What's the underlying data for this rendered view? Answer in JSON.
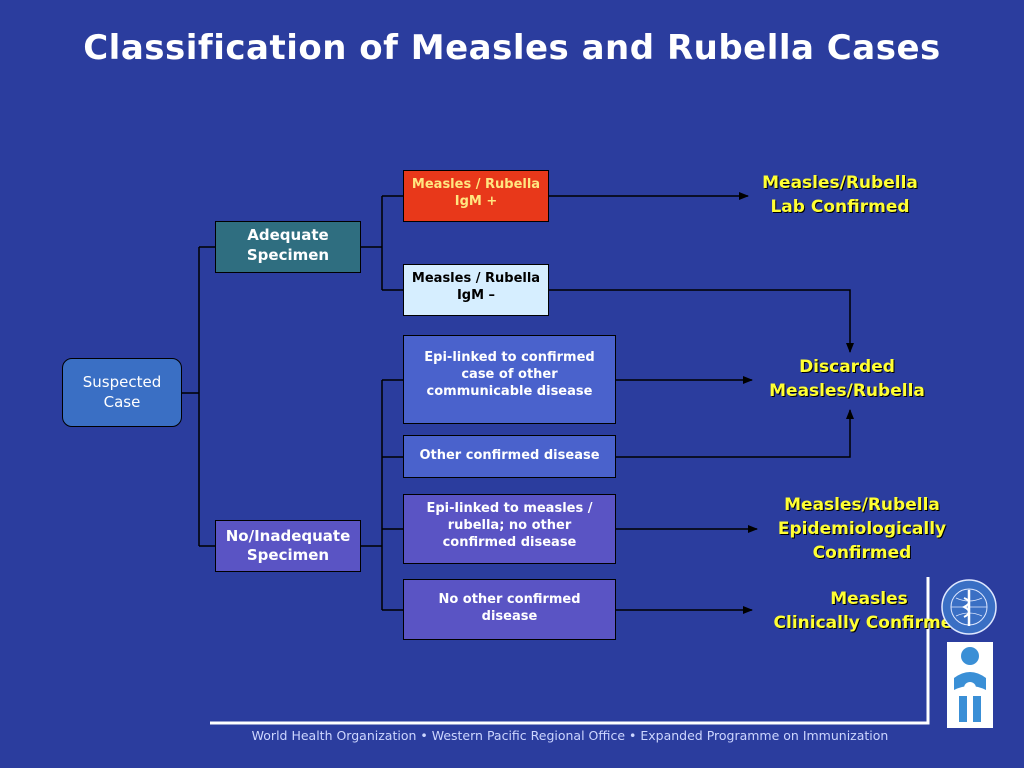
{
  "title": "Classification of Measles and Rubella Cases",
  "nodes": {
    "suspected": [
      "Suspected",
      "Case"
    ],
    "adequate": [
      "Adequate",
      "Specimen"
    ],
    "inadequate": [
      "No/Inadequate",
      "Specimen"
    ],
    "igm_positive": [
      "Measles / Rubella",
      "IgM +"
    ],
    "igm_negative": [
      "Measles / Rubella",
      "IgM –"
    ],
    "epi_linked_other": [
      "Epi-linked to confirmed",
      "case of other",
      "communicable disease"
    ],
    "other_confirmed": [
      "Other confirmed disease"
    ],
    "epi_linked_measles": [
      "Epi-linked to measles /",
      "rubella; no other",
      "confirmed disease"
    ],
    "no_other_confirmed": [
      "No other confirmed",
      "disease"
    ]
  },
  "outcomes": {
    "lab_confirmed": [
      "Measles/Rubella",
      "Lab Confirmed"
    ],
    "discarded": [
      "Discarded",
      "Measles/Rubella"
    ],
    "epi_confirmed": [
      "Measles/Rubella",
      "Epidemiologically",
      "Confirmed"
    ],
    "clinically_confirmed": [
      "Measles",
      "Clinically Confirmed"
    ]
  },
  "footer": "World Health Organization • Western Pacific Regional Office • Expanded Programme on Immunization",
  "colors": {
    "background": "#2b3d9e",
    "outcome_text": "#ffff33",
    "igm_positive_fill": "#e8381a",
    "igm_negative_fill": "#d6eeff",
    "adequate_fill": "#2f6e80"
  },
  "icons": [
    "who-emblem-icon",
    "epi-logo-icon"
  ]
}
